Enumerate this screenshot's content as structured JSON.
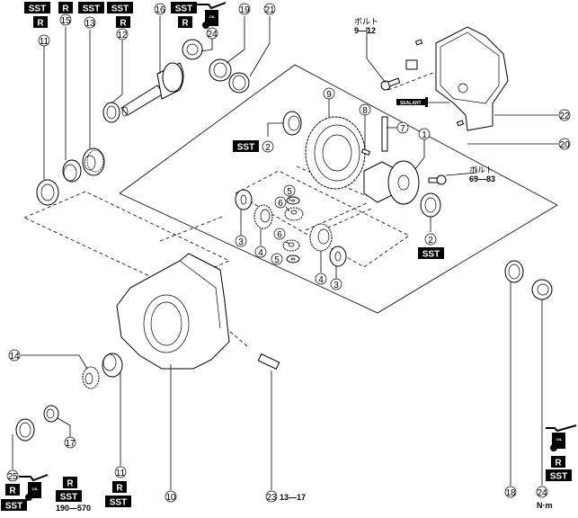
{
  "diagram": {
    "title": "Rear differential exploded view",
    "units_label": "N·m",
    "colors": {
      "line": "#000000",
      "badge_bg": "#000000",
      "badge_fg": "#ffffff",
      "background": "#ffffff"
    },
    "badges": {
      "sst": "SST",
      "r": "R",
      "oil": "OIL",
      "sealant": "SEALANT"
    },
    "callouts": [
      {
        "num": "1",
        "part": "differential-case"
      },
      {
        "num": "2",
        "part": "side-bearing"
      },
      {
        "num": "3",
        "part": "thrust-washer"
      },
      {
        "num": "4",
        "part": "side-gear"
      },
      {
        "num": "5",
        "part": "pinion-washer"
      },
      {
        "num": "6",
        "part": "pinion-gear"
      },
      {
        "num": "7",
        "part": "pinion-shaft"
      },
      {
        "num": "8",
        "part": "knock-pin"
      },
      {
        "num": "9",
        "part": "ring-gear"
      },
      {
        "num": "10",
        "part": "carrier-housing"
      },
      {
        "num": "11",
        "part": "bearing-outer-race"
      },
      {
        "num": "12",
        "part": "spacer"
      },
      {
        "num": "13",
        "part": "pinion-bearing"
      },
      {
        "num": "14",
        "part": "bearing"
      },
      {
        "num": "15",
        "part": "collapsible-spacer"
      },
      {
        "num": "16",
        "part": "drive-pinion"
      },
      {
        "num": "17",
        "part": "companion-flange-nut"
      },
      {
        "num": "18",
        "part": "oil-seal-ring"
      },
      {
        "num": "19",
        "part": "shim"
      },
      {
        "num": "20",
        "part": "differential-assembly"
      },
      {
        "num": "21",
        "part": "shim"
      },
      {
        "num": "22",
        "part": "rear-cover"
      },
      {
        "num": "23",
        "part": "breather-plug"
      },
      {
        "num": "24",
        "part": "oil-seal"
      },
      {
        "num": "25",
        "part": "oil-seal"
      }
    ],
    "torques": {
      "cover_bolt_label": "ボルト",
      "cover_bolt_value": "9—12",
      "case_bolt_label": "ボルト",
      "case_bolt_value": "69—83",
      "plug_value": "13—17",
      "nut_value": "190—570"
    }
  }
}
